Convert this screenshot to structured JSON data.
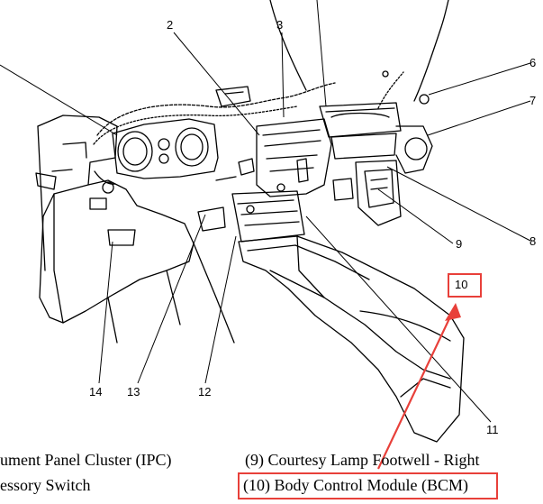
{
  "callouts": [
    {
      "id": "2",
      "label": "2"
    },
    {
      "id": "3",
      "label": "3"
    },
    {
      "id": "6",
      "label": "6"
    },
    {
      "id": "7",
      "label": "7"
    },
    {
      "id": "8",
      "label": "8"
    },
    {
      "id": "9",
      "label": "9"
    },
    {
      "id": "10",
      "label": "10"
    },
    {
      "id": "11",
      "label": "11"
    },
    {
      "id": "12",
      "label": "12"
    },
    {
      "id": "13",
      "label": "13"
    },
    {
      "id": "14",
      "label": "14"
    }
  ],
  "captions": {
    "left_1": "ument Panel Cluster (IPC)",
    "left_2": "essory Switch",
    "right_1": "(9)  Courtesy Lamp Footwell - Right",
    "right_2": "(10) Body Control Module (BCM)"
  },
  "highlight_color": "#e8403a"
}
